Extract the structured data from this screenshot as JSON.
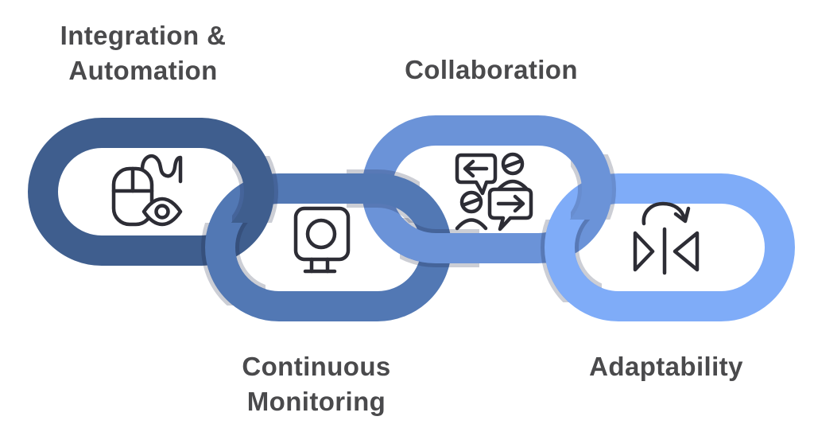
{
  "diagram": {
    "background": "#FFFFFF",
    "text_color": "#4A4A4C",
    "icon_stroke_color": "#2D2D35",
    "links": [
      {
        "label": "Integration & Automation",
        "color": "#3F5E8E",
        "icon": "mouse-eye-automation-icon"
      },
      {
        "label": "Continuous Monitoring",
        "color": "#5278B4",
        "icon": "monitor-icon"
      },
      {
        "label": "Collaboration",
        "color": "#6B93D8",
        "icon": "people-conversation-icon"
      },
      {
        "label": "Adaptability",
        "color": "#7FACF8",
        "icon": "flip-refresh-icon"
      }
    ]
  },
  "labels": {
    "integration_line1": "Integration &",
    "integration_line2": "Automation",
    "collaboration": "Collaboration",
    "monitoring_line1": "Continuous",
    "monitoring_line2": "Monitoring",
    "adaptability": "Adaptability"
  }
}
